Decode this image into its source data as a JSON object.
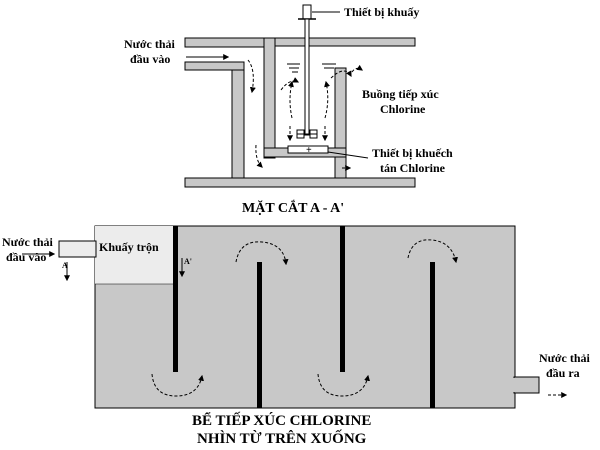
{
  "section": {
    "mixer_label": "Thiết bị khuấy",
    "inlet_label_1": "Nước thải",
    "inlet_label_2": "đầu vào",
    "chamber_label_1": "Buồng tiếp xúc",
    "chamber_label_2": "Chlorine",
    "diffuser_label_1": "Thiết bị khuếch",
    "diffuser_label_2": "tán Chlorine",
    "title": "MẶT CẮT A - A'"
  },
  "plan": {
    "inlet_label_1": "Nước thải",
    "inlet_label_2": "đầu vào",
    "mixing_label": "Khuấy trộn",
    "marker_a": "A",
    "marker_a_prime": "A'",
    "outlet_label_1": "Nước thải",
    "outlet_label_2": "đầu ra",
    "title_1": "BỂ TIẾP XÚC CHLORINE",
    "title_2": "NHÌN TỪ TRÊN XUỐNG"
  },
  "colors": {
    "ink": "#000000",
    "wall_fill": "#c8c8c8",
    "plan_fill": "#c8c8c8",
    "mixing_fill": "#ececec",
    "background": "#ffffff"
  }
}
